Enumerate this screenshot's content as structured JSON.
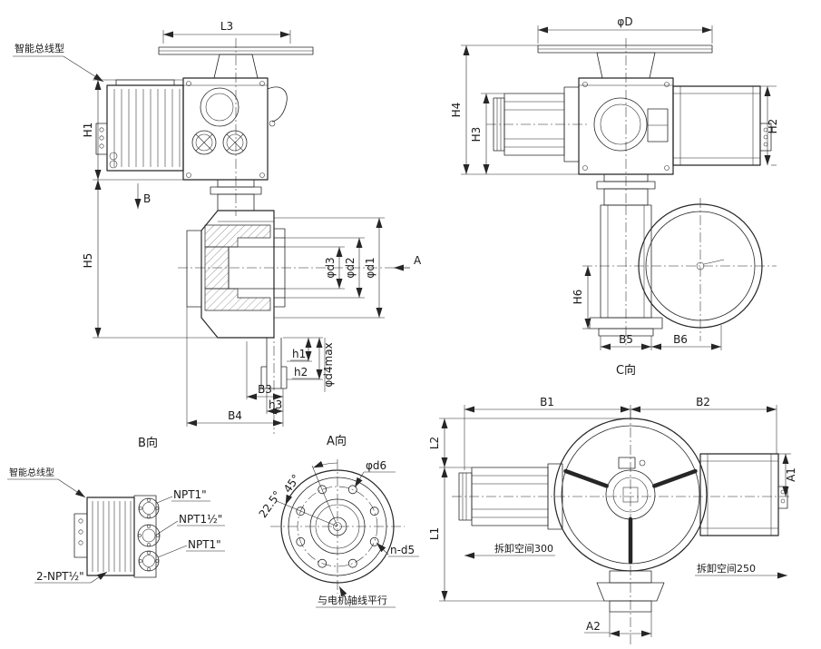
{
  "drawing": {
    "bg": "#ffffff",
    "line_color": "#262626"
  },
  "views": {
    "a": "A向",
    "b": "B向",
    "c": "C向"
  },
  "notes": {
    "smart_bus_top": "智能总线型",
    "smart_bus_detail": "智能总线型",
    "parallel_motor_axis": "与电机轴线平行",
    "removal_space_left": "拆卸空间300",
    "removal_space_right": "拆卸空间250"
  },
  "dims": {
    "L1": "L1",
    "L2": "L2",
    "L3": "L3",
    "H1": "H1",
    "H2": "H2",
    "H3": "H3",
    "H4": "H4",
    "H5": "H5",
    "H6": "H6",
    "B1": "B1",
    "B2": "B2",
    "B3": "B3",
    "B4": "B4",
    "B5": "B5",
    "B6": "B6",
    "A1": "A1",
    "A2": "A2",
    "h1": "h1",
    "h2": "h2",
    "h3": "h3",
    "phi_D": "φD",
    "phi_d1": "φd1",
    "phi_d2": "φd2",
    "phi_d3": "φd3",
    "phi_d4max": "φd4max",
    "phi_d6": "φd6",
    "n_d5": "n-d5",
    "deg45": "45°",
    "deg225": "22.5°",
    "view_arrow_A": "A",
    "view_arrow_B": "B"
  },
  "ports": {
    "top": "NPT1\"",
    "middle": "NPT1½\"",
    "bottom": "NPT1\"",
    "side": "2-NPT½\""
  }
}
